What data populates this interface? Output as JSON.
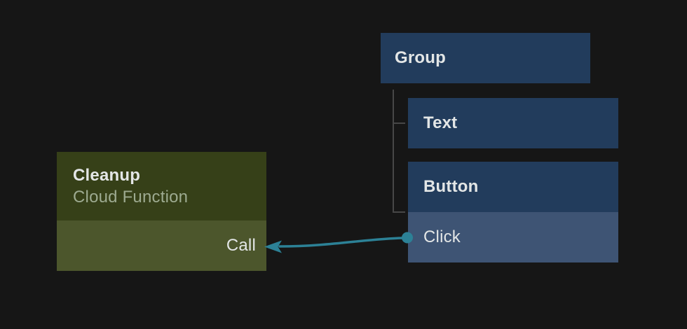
{
  "colors": {
    "background": "#161616",
    "node_fill": "#223C5C",
    "event_row_fill": "#3E5474",
    "function_fill": "#364018",
    "function_row_fill": "#4C562C",
    "connector": "#2C8196",
    "tree_line": "#474747",
    "label": "#E3E6E6",
    "subtitle": "#9DAA90"
  },
  "widget_tree": {
    "root": {
      "label": "Group"
    },
    "children": [
      {
        "label": "Text"
      },
      {
        "label": "Button"
      }
    ],
    "button_event": {
      "label": "Click"
    }
  },
  "function_node": {
    "title": "Cleanup",
    "subtitle": "Cloud Function",
    "port_label": "Call"
  },
  "connection": {
    "from_port": "Click",
    "to_port": "Call"
  }
}
